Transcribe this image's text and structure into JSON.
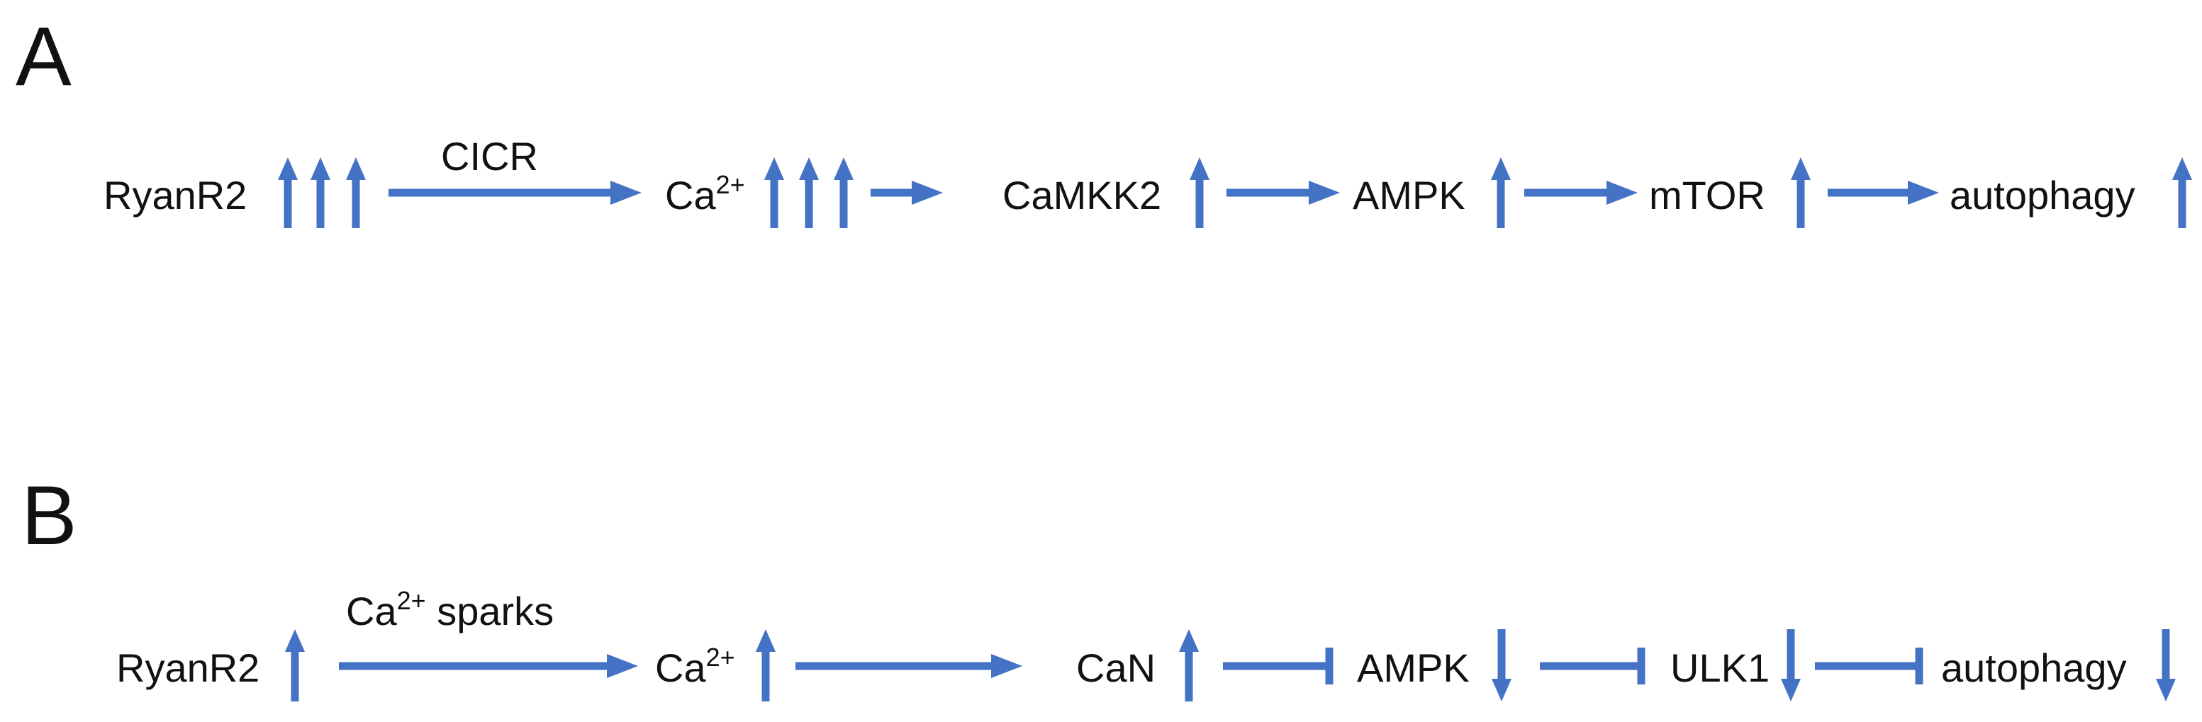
{
  "accent_color": "#4472C4",
  "panel_a": {
    "letter": "A",
    "nodes": [
      {
        "base": "RyanR2",
        "sup": "",
        "trend": "up",
        "arrows": 3
      },
      {
        "base": "Ca",
        "sup": "2+",
        "trend": "up",
        "arrows": 3
      },
      {
        "base": "CaMKK2",
        "sup": "",
        "trend": "up",
        "arrows": 1
      },
      {
        "base": "AMPK",
        "sup": "",
        "trend": "up",
        "arrows": 1
      },
      {
        "base": "mTOR",
        "sup": "",
        "trend": "up",
        "arrows": 1
      },
      {
        "base": "autophagy",
        "sup": "",
        "trend": "up",
        "arrows": 1
      }
    ],
    "edges": [
      {
        "type": "activation",
        "label": "CICR",
        "label_sup": "",
        "label_tail": ""
      },
      {
        "type": "activation",
        "label": "",
        "label_sup": "",
        "label_tail": ""
      },
      {
        "type": "activation",
        "label": "",
        "label_sup": "",
        "label_tail": ""
      },
      {
        "type": "activation",
        "label": "",
        "label_sup": "",
        "label_tail": ""
      },
      {
        "type": "activation",
        "label": "",
        "label_sup": "",
        "label_tail": ""
      }
    ]
  },
  "panel_b": {
    "letter": "B",
    "nodes": [
      {
        "base": "RyanR2",
        "sup": "",
        "trend": "up",
        "arrows": 1
      },
      {
        "base": "Ca",
        "sup": "2+",
        "trend": "up",
        "arrows": 1
      },
      {
        "base": "CaN",
        "sup": "",
        "trend": "up",
        "arrows": 1
      },
      {
        "base": "AMPK",
        "sup": "",
        "trend": "down",
        "arrows": 1
      },
      {
        "base": "ULK1",
        "sup": "",
        "trend": "down",
        "arrows": 1
      },
      {
        "base": "autophagy",
        "sup": "",
        "trend": "down",
        "arrows": 1
      }
    ],
    "edges": [
      {
        "type": "activation",
        "label": "Ca",
        "label_sup": "2+",
        "label_tail": " sparks"
      },
      {
        "type": "activation",
        "label": "",
        "label_sup": "",
        "label_tail": ""
      },
      {
        "type": "inhibition",
        "label": "",
        "label_sup": "",
        "label_tail": ""
      },
      {
        "type": "inhibition",
        "label": "",
        "label_sup": "",
        "label_tail": ""
      },
      {
        "type": "inhibition",
        "label": "",
        "label_sup": "",
        "label_tail": ""
      }
    ]
  }
}
